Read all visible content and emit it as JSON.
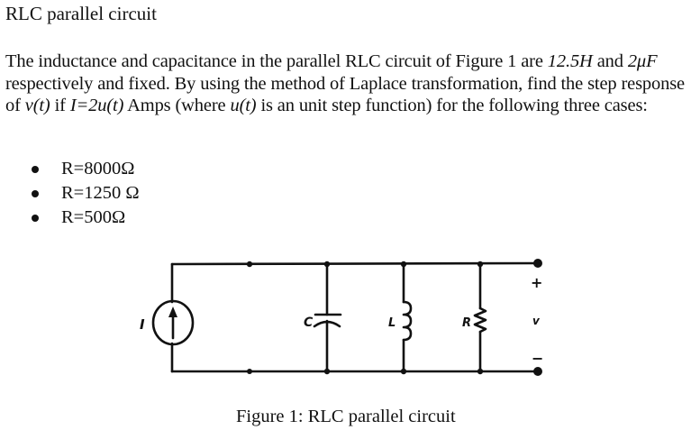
{
  "title": "RLC parallel circuit",
  "problem": {
    "seg1": "The inductance and capacitance in the parallel RLC circuit of Figure 1 are ",
    "inductance": "12.5H",
    "seg2": " and ",
    "capacitance": "2μF",
    "seg3": " respectively and fixed. By using the method of Laplace transformation, find the step response of ",
    "vt": "v(t)",
    "seg4": " if ",
    "input": "I=2u(t)",
    "seg5": " Amps (where ",
    "ut": "u(t)",
    "seg6": " is an unit step function) for the following three cases:"
  },
  "cases": [
    {
      "label": "R=8000Ω"
    },
    {
      "label": "R=1250 Ω"
    },
    {
      "label": "R=500Ω"
    }
  ],
  "figure": {
    "labels": {
      "source": "I",
      "capacitor": "C",
      "inductor": "L",
      "resistor": "R",
      "voltage": "v",
      "plus": "+",
      "minus": "−"
    },
    "caption": "Figure 1: RLC parallel circuit"
  }
}
